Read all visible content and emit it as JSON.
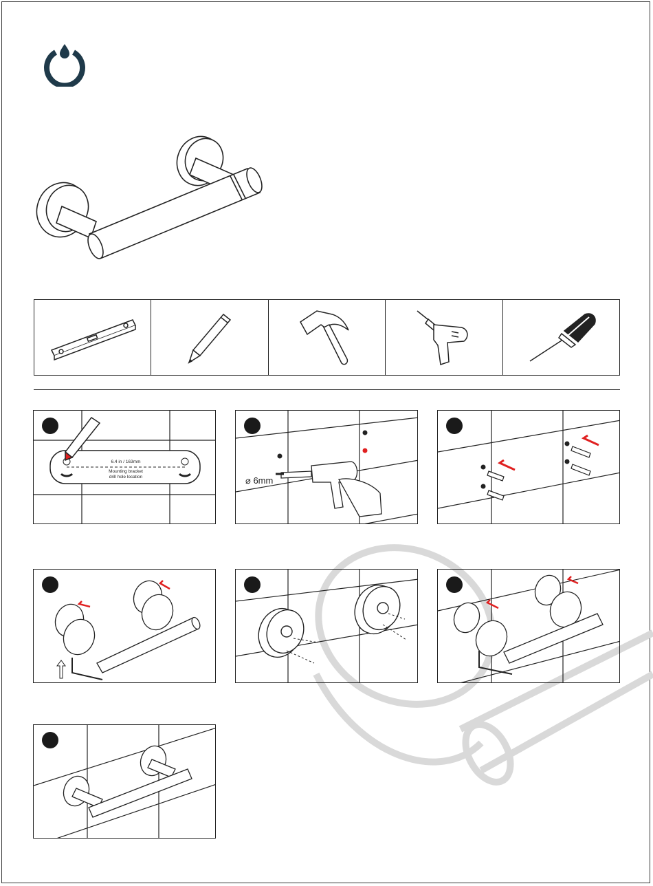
{
  "document": {
    "brand_logo": "droplet-power-logo",
    "colors": {
      "logo": "#1f3a4a",
      "ink": "#222222",
      "accent_red": "#e02020",
      "watermark": "#d9d9d9"
    },
    "tools": [
      {
        "icon": "spirit-level-icon"
      },
      {
        "icon": "pencil-icon"
      },
      {
        "icon": "hammer-icon"
      },
      {
        "icon": "power-drill-icon"
      },
      {
        "icon": "screwdriver-icon"
      }
    ],
    "steps": {
      "step1": {
        "dimension": "6.4 in / 163mm",
        "caption_line1": "Mounting bracket",
        "caption_line2": "drill hole location"
      },
      "step2": {
        "drill_size": "⌀ 6mm"
      }
    }
  }
}
